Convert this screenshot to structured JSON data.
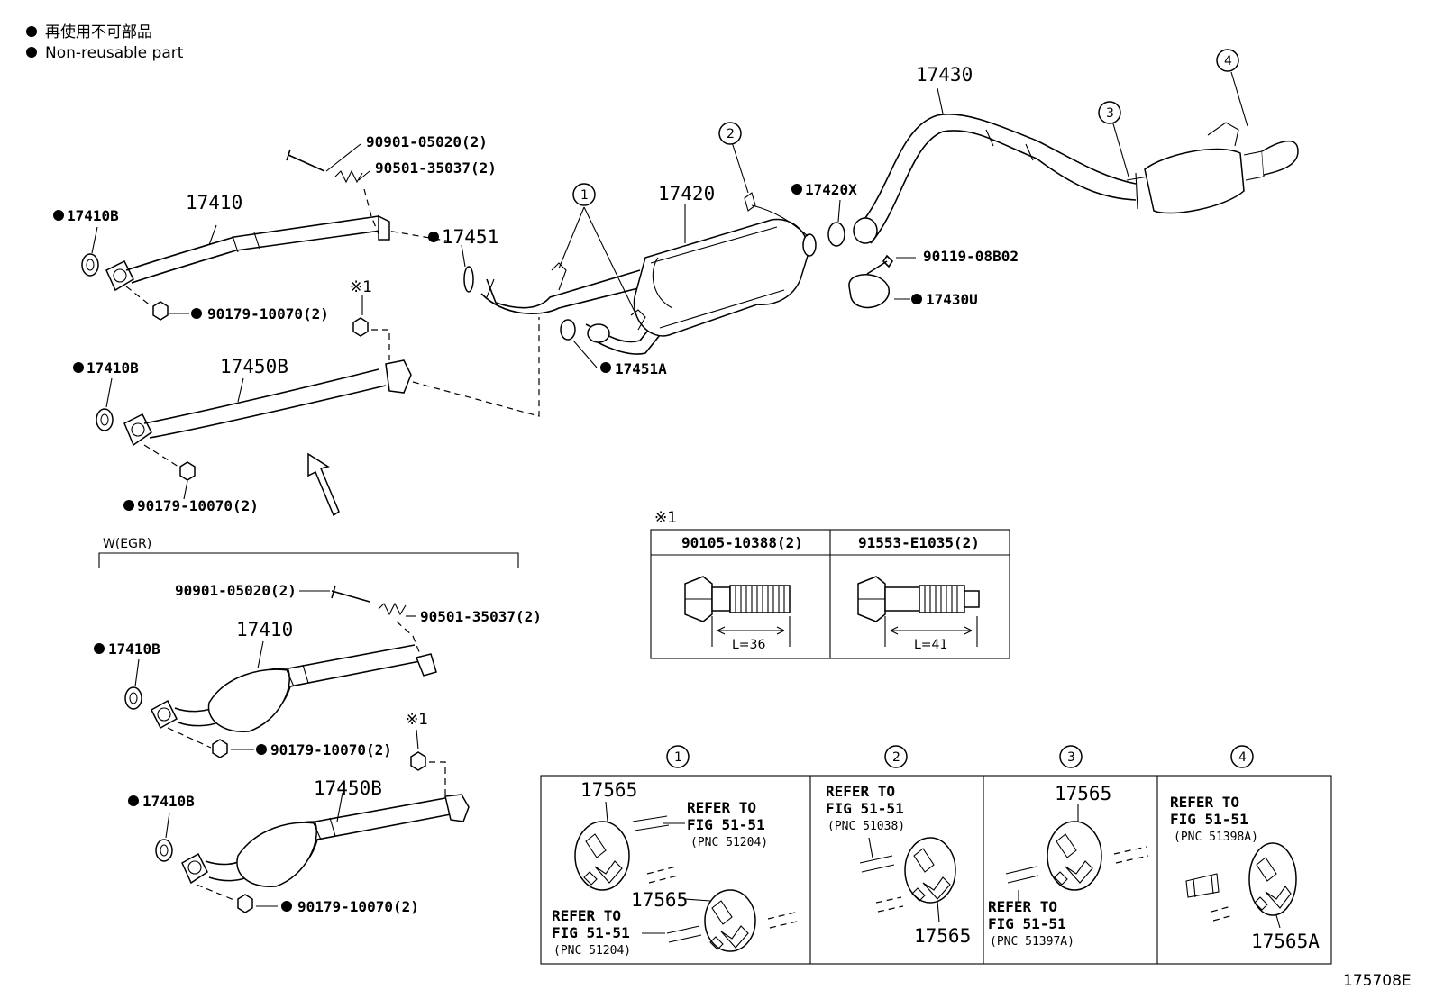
{
  "legend": {
    "line_jp": "再使用不可部品",
    "line_en": "Non-reusable part"
  },
  "labels": {
    "p17410B_a": "17410B",
    "p17410_a": "17410",
    "p90901_a": "90901-05020(2)",
    "p90501_a": "90501-35037(2)",
    "p90179_a": "90179-10070(2)",
    "note1_a": "※1",
    "p17410B_b": "17410B",
    "p17450B_a": "17450B",
    "p90179_b": "90179-10070(2)",
    "p17451": "17451",
    "p17451A": "17451A",
    "c1_top": "1",
    "p17420": "17420",
    "c2_top": "2",
    "p17420X": "17420X",
    "p17430": "17430",
    "c3_top": "3",
    "c4_top": "4",
    "p90119": "90119-08B02",
    "p17430U": "17430U",
    "egr": "W(EGR)",
    "p90901_b": "90901-05020(2)",
    "p90501_b": "90501-35037(2)",
    "p17410_b": "17410",
    "p17410B_c": "17410B",
    "p90179_c": "90179-10070(2)",
    "note1_b": "※1",
    "p17410B_d": "17410B",
    "p17450B_b": "17450B",
    "p90179_d": "90179-10070(2)",
    "diagram_id": "175708E"
  },
  "bolt_table": {
    "mark": "※1",
    "col1_part": "90105-10388(2)",
    "col1_len": "L=36",
    "col2_part": "91553-E1035(2)",
    "col2_len": "L=41"
  },
  "detail": {
    "c1": "1",
    "c2": "2",
    "c3": "3",
    "c4": "4",
    "d1_part_a": "17565",
    "d1_ref_a1": "REFER TO",
    "d1_ref_a2": "FIG 51-51",
    "d1_ref_a3": "(PNC 51204)",
    "d1_part_b": "17565",
    "d1_ref_b1": "REFER TO",
    "d1_ref_b2": "FIG 51-51",
    "d1_ref_b3": "(PNC 51204)",
    "d2_ref1": "REFER TO",
    "d2_ref2": "FIG 51-51",
    "d2_ref3": "(PNC 51038)",
    "d2_part": "17565",
    "d3_part": "17565",
    "d3_ref1": "REFER TO",
    "d3_ref2": "FIG 51-51",
    "d3_ref3": "(PNC 51397A)",
    "d4_ref1": "REFER TO",
    "d4_ref2": "FIG 51-51",
    "d4_ref3": "(PNC 51398A)",
    "d4_part": "17565A"
  },
  "colors": {
    "ink": "#000000",
    "paper": "#ffffff"
  }
}
